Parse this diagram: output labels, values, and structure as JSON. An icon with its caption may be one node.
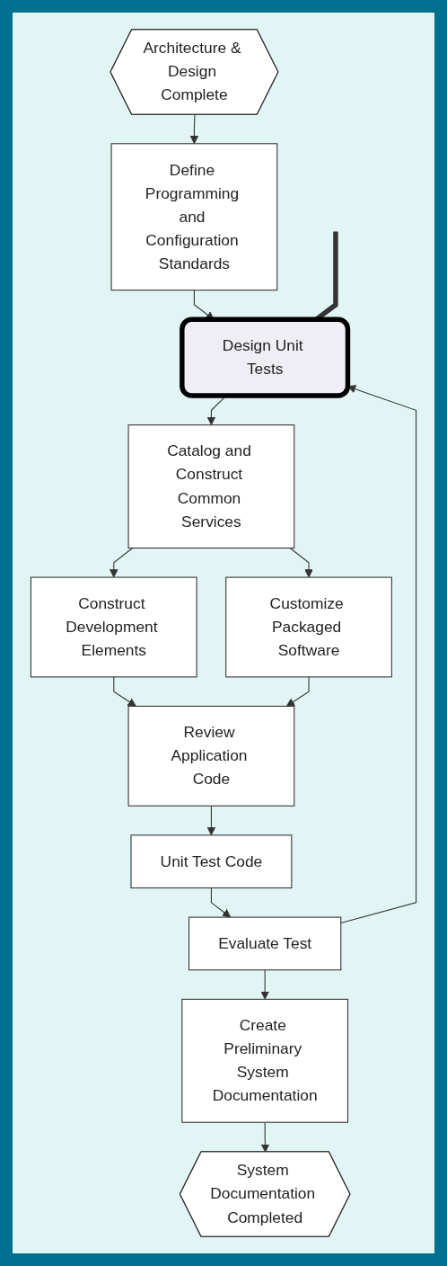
{
  "diagram": {
    "nodes": [
      {
        "text": [
          "Architecture & Design Complete"
        ]
      },
      {
        "text": [
          "Define Programming and Configuration Standards"
        ]
      },
      {
        "text": [
          "Design Unit Tests"
        ]
      },
      {
        "text": [
          "Catalog and Construct Common Services"
        ]
      },
      {
        "text": [
          "Construct Development Elements"
        ]
      },
      {
        "text": [
          "Customize Packaged Software"
        ]
      },
      {
        "text": [
          "Review Application Code"
        ]
      },
      {
        "text": [
          "Unit Test Code"
        ]
      },
      {
        "text": [
          "Evaluate Test"
        ]
      },
      {
        "text": [
          "Create Preliminary System Documentation"
        ]
      },
      {
        "text": [
          "System Documentation Completed"
        ]
      }
    ],
    "edges": [
      {
        "from": 0,
        "to": 1,
        "arrow": "to"
      },
      {
        "from": 1,
        "to": 2,
        "arrow": "to"
      },
      {
        "from": 2,
        "to": 3,
        "arrow": "to"
      },
      {
        "from": 3,
        "to": 4,
        "arrow": "to"
      },
      {
        "from": 3,
        "to": 5,
        "arrow": "to"
      },
      {
        "from": 4,
        "to": 6,
        "arrow": "to"
      },
      {
        "from": 5,
        "to": 6,
        "arrow": "to"
      },
      {
        "from": 6,
        "to": 7,
        "arrow": "to"
      },
      {
        "from": 7,
        "to": 8,
        "arrow": "to"
      },
      {
        "from": 8,
        "to": 9,
        "arrow": "to"
      },
      {
        "from": 9,
        "to": 10,
        "arrow": "to"
      },
      {
        "from": 8,
        "to": 2,
        "arrow": "to"
      },
      {
        "from": null,
        "to": 2,
        "arrow": "none",
        "style": "thick"
      }
    ]
  }
}
